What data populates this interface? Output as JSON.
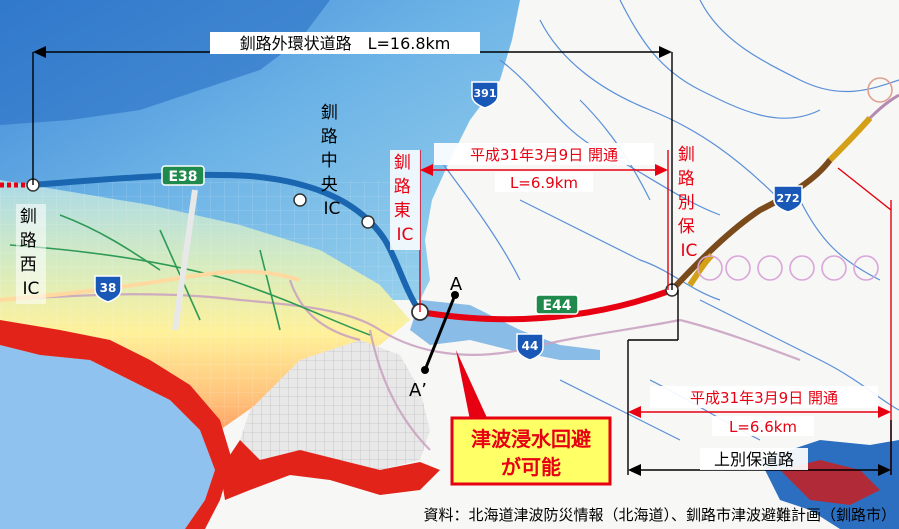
{
  "ring_road": {
    "label": "釧路外環状道路　L=16.8km"
  },
  "interchanges": {
    "kushiro_nishi": "釧路西IC",
    "kushiro_chuo": "釧路中央IC",
    "kushiro_higashi": "釧路東IC",
    "kushiro_betsuho": "釧路別保IC"
  },
  "opening_east": {
    "date": "平成31年3月9日 開通",
    "length": "L=6.9km"
  },
  "opening_kamibetsuho": {
    "date": "平成31年3月9日 開通",
    "length": "L=6.6km"
  },
  "kamibetsuho_road": {
    "label": "上別保道路"
  },
  "route_shields": {
    "e38": "E38",
    "e44": "E44",
    "r391": "391",
    "r38": "38",
    "r44": "44",
    "r272": "272"
  },
  "section_markers": {
    "a": "A",
    "a_prime": "A’"
  },
  "callout": {
    "line1": "津波浸水回避",
    "line2": "が可能"
  },
  "source": "資料：北海道津波防災情報（北海道）、釧路市津波避難計画（釧路市）",
  "colors": {
    "road_existing": "#1a66b0",
    "road_new": "#e60012",
    "road_planned": "#7a4a1a",
    "road_future": "#d4a017",
    "callout_fill": "#ffff66",
    "callout_text": "#e60012",
    "shield_expressway": "#1f8a4c",
    "shield_national": "#1a58b8"
  }
}
